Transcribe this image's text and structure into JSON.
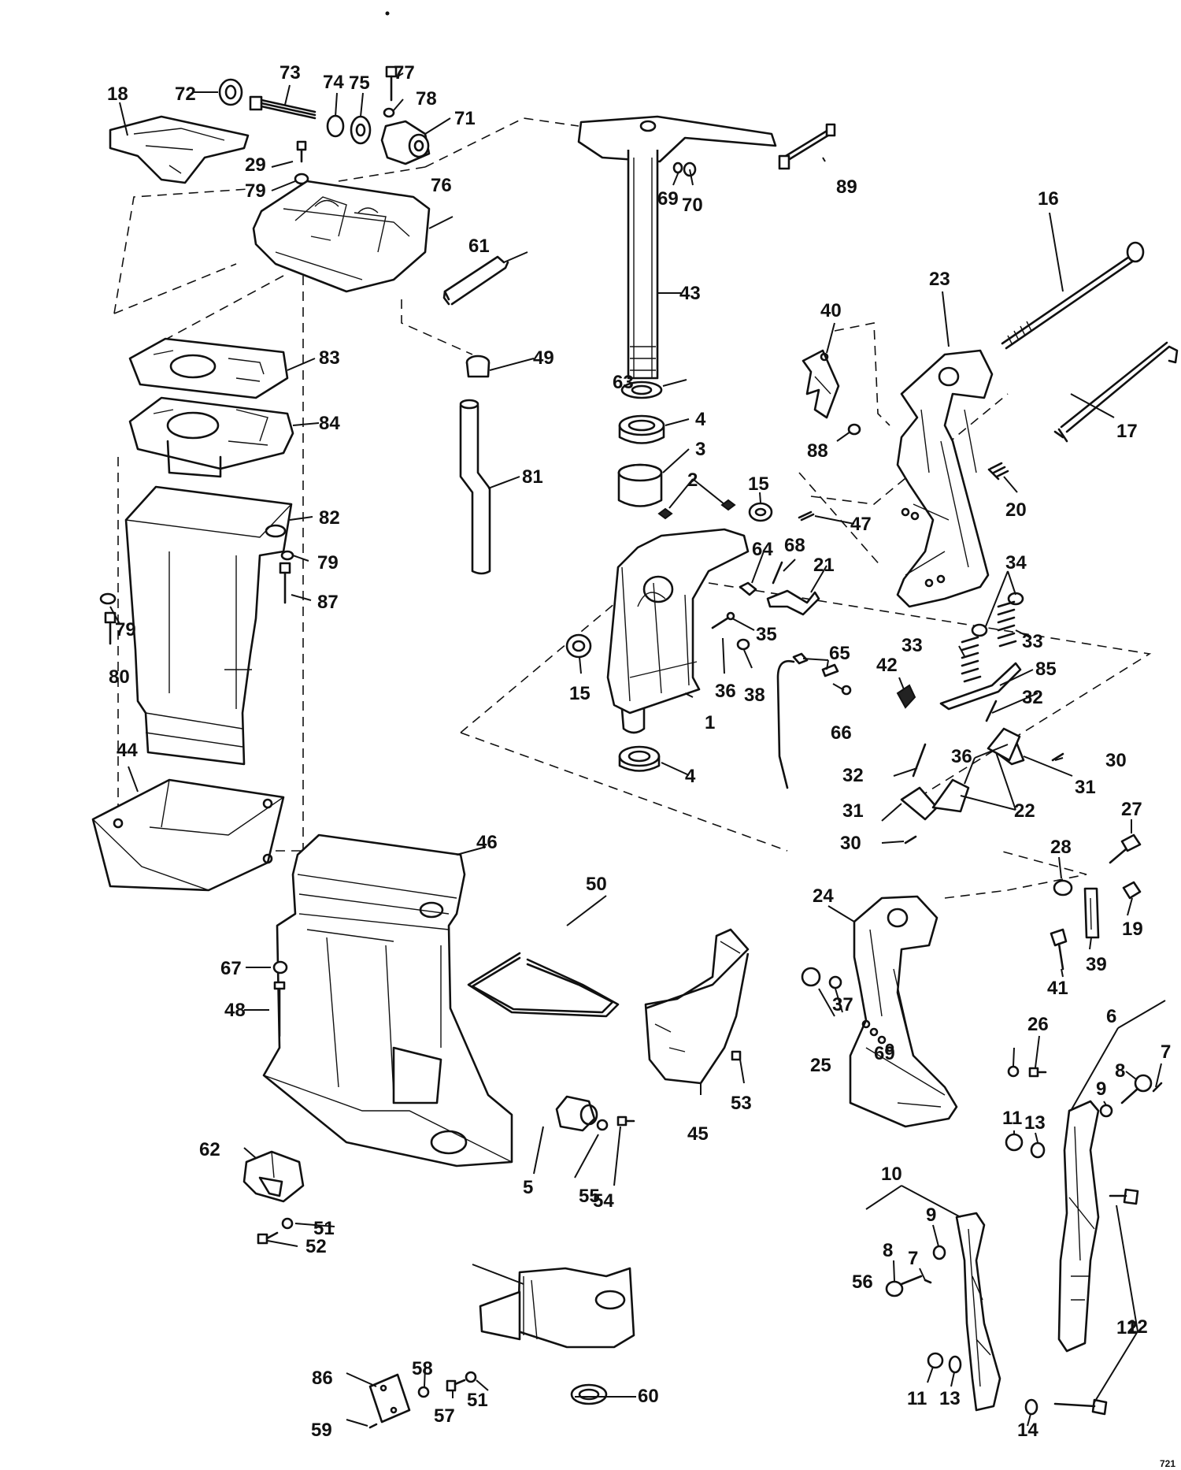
{
  "drawing_code": "721",
  "callouts": [
    "1",
    "2",
    "3",
    "4",
    "4",
    "5",
    "6",
    "7",
    "7",
    "8",
    "8",
    "9",
    "9",
    "10",
    "11",
    "11",
    "12",
    "12",
    "13",
    "13",
    "14",
    "15",
    "15",
    "16",
    "17",
    "18",
    "19",
    "20",
    "21",
    "22",
    "23",
    "24",
    "25",
    "26",
    "27",
    "28",
    "29",
    "30",
    "30",
    "31",
    "31",
    "32",
    "32",
    "33",
    "33",
    "34",
    "35",
    "36",
    "36",
    "37",
    "38",
    "39",
    "40",
    "41",
    "42",
    "43",
    "44",
    "45",
    "46",
    "47",
    "48",
    "49",
    "50",
    "51",
    "51",
    "52",
    "53",
    "54",
    "55",
    "56",
    "57",
    "58",
    "59",
    "60",
    "61",
    "62",
    "63",
    "64",
    "65",
    "66",
    "67",
    "68",
    "69",
    "69",
    "70",
    "71",
    "72",
    "73",
    "74",
    "75",
    "76",
    "77",
    "78",
    "79",
    "79",
    "79",
    "80",
    "81",
    "82",
    "83",
    "84",
    "85",
    "86",
    "87",
    "88",
    "89"
  ]
}
